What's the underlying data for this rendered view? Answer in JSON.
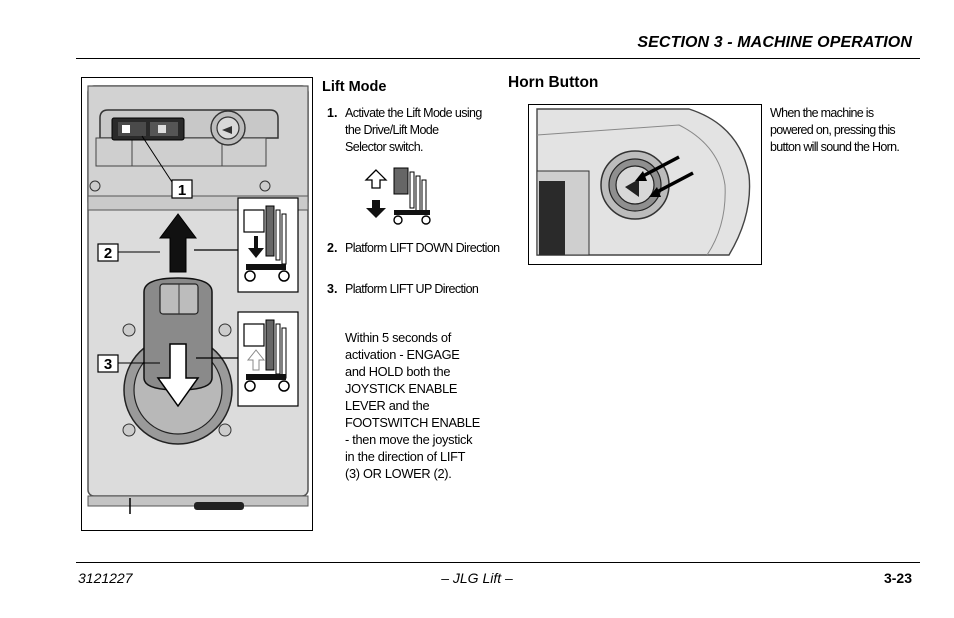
{
  "header": {
    "section_title": "SECTION 3 - MACHINE OPERATION"
  },
  "lift_mode": {
    "heading": "Lift Mode",
    "steps": [
      {
        "number": "1.",
        "text": "Activate the Lift Mode using the Drive/Lift Mode Selector switch."
      },
      {
        "number": "2.",
        "text": "Platform LIFT DOWN Direction"
      },
      {
        "number": "3.",
        "text": "Platform LIFT UP Direction"
      }
    ],
    "note": "Within 5 seconds of activation - ENGAGE and HOLD both the JOYSTICK ENABLE LEVER and the FOOTSWITCH ENABLE - then move the joystick in the direction of LIFT (3) OR LOWER (2).",
    "figure_callouts": [
      "1",
      "2",
      "3"
    ]
  },
  "horn_button": {
    "heading": "Horn Button",
    "description": "When the machine is powered on, pressing this button will sound the Horn."
  },
  "footer": {
    "doc_number": "3121227",
    "center": "– JLG Lift –",
    "page": "3-23"
  }
}
